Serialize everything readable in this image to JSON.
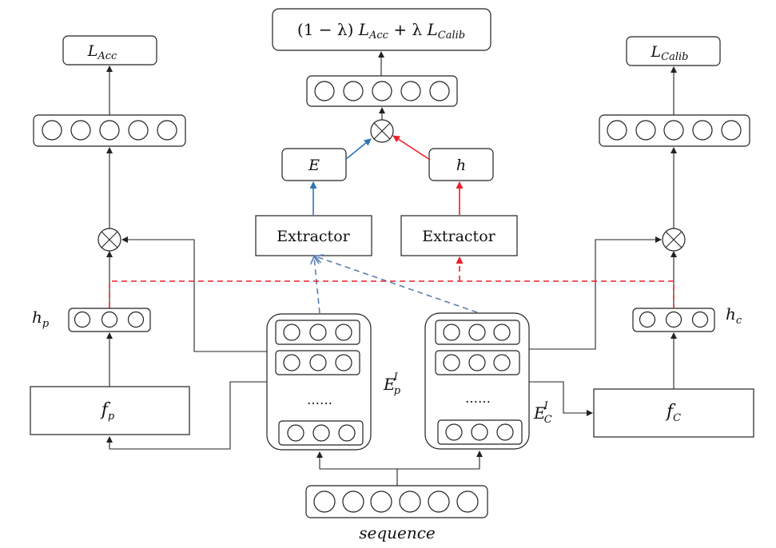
{
  "labels": {
    "loss_combined_prefix": "(1 − λ) ",
    "loss_combined_l1": "L",
    "loss_combined_acc": "Acc",
    "loss_combined_mid": " + λ ",
    "loss_combined_l2": "L",
    "loss_combined_calib": "Calib",
    "l_acc_main": "L",
    "l_acc_sub": "Acc",
    "l_calib_main": "L",
    "l_calib_sub": "Calib",
    "e_label": "E",
    "h_label": "h",
    "extractor_left": "Extractor",
    "extractor_right": "Extractor",
    "hp_main": "h",
    "hp_sub": "p",
    "hc_main": "h",
    "hc_sub": "c",
    "fp_main": "f",
    "fp_sub": "p",
    "fc_main": "f",
    "fc_sub": "C",
    "ep_main": "E",
    "ep_sub": "p",
    "ep_sup": "I",
    "ec_main": "E",
    "ec_sub": "C",
    "ec_sup": "I",
    "ellipsis_left": "……",
    "ellipsis_right": "……",
    "sequence": "sequence"
  },
  "colors": {
    "blue_path": "#2e75b6",
    "red_path": "#e8202a",
    "dashed_blue": "#5b7fb0"
  }
}
